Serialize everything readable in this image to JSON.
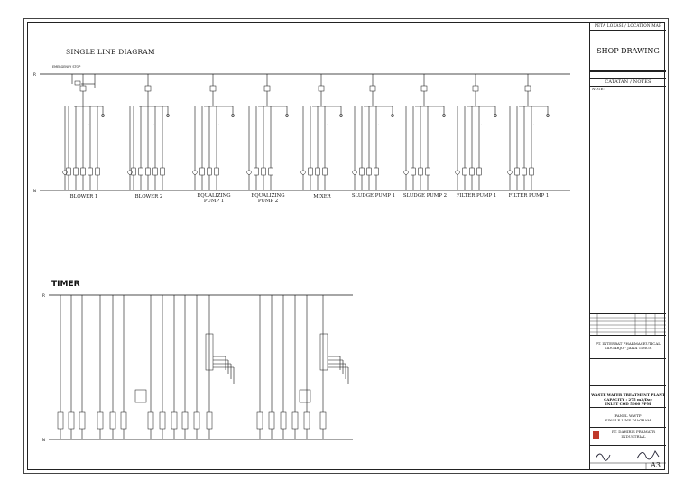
{
  "sheet": {
    "sld_title": "SINGLE LINE DIAGRAM",
    "timer_title": "TIMER",
    "emergency_stop": "EMERGENCY STOP",
    "panels": [
      {
        "label": "BLOWER 1"
      },
      {
        "label": "BLOWER 2"
      },
      {
        "label": "EQUALIZING PUMP 1"
      },
      {
        "label": "EQUALIZING PUMP 2"
      },
      {
        "label": "MIXER"
      },
      {
        "label": "SLUDGE PUMP 1"
      },
      {
        "label": "SLUDGE PUMP 2"
      },
      {
        "label": "FILTER PUMP 1"
      },
      {
        "label": "FILTER PUMP 1"
      }
    ],
    "bus_top": "R",
    "bus_bottom": "N"
  },
  "title_block": {
    "location_map": "PETA LOKASI / LOCATION MAP",
    "shop_drawing": "SHOP DRAWING",
    "notes_header": "CATATAN / NOTES",
    "notes_sub": "NOTE:",
    "company": "PT. INTERBAT PHARMACEUTICAL",
    "company_addr": "SIDOARJO - JAWA TIMUR",
    "project_line1": "WASTE WATER TREATMENT PLANT",
    "project_line2": "CAPACITY : 275 m3/Day",
    "project_line3": "INLET COD 5000 PPM",
    "drawing_title1": "PANEL WWTP",
    "drawing_title2": "SINGLE LINE DIAGRAM",
    "contractor": "PT. DAHIRIS PRAMATR INDUSTRIAL",
    "sheet_size": "A3"
  }
}
